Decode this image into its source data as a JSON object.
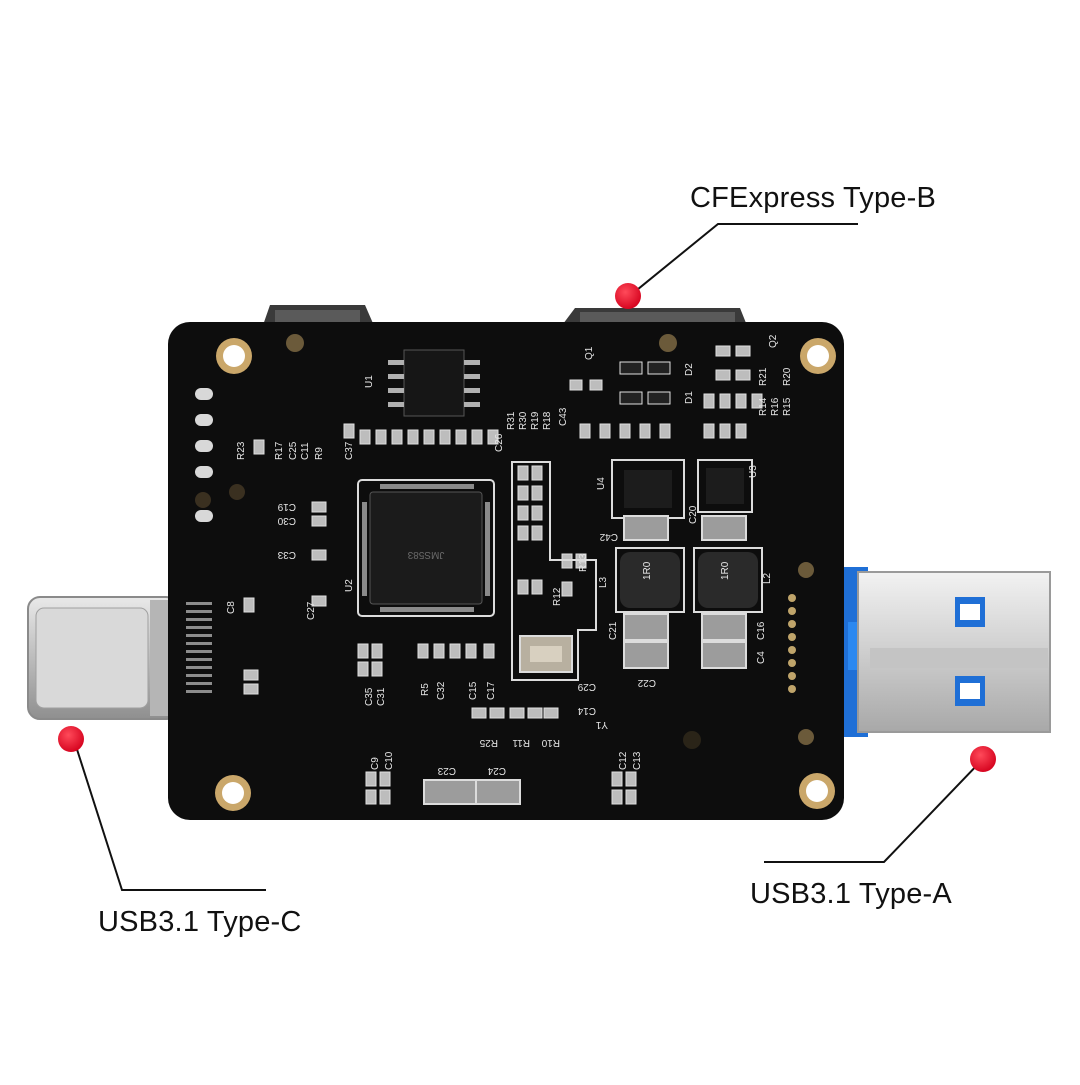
{
  "callouts": {
    "cfexpress": {
      "label": "CFExpress Type-B"
    },
    "usb_a": {
      "label": "USB3.1 Type-A"
    },
    "usb_c": {
      "label": "USB3.1 Type-C"
    }
  },
  "colors": {
    "pcb": "#0d0d0d",
    "marker": "#e8102a",
    "leader": "#111111",
    "metal": "#c9c9c9",
    "usb_blue": "#1f6fd6",
    "silkscreen": "#e6e6e6",
    "pad": "#bdbdbd"
  },
  "silkscreen": {
    "u1": "U1",
    "u2": "U2",
    "u3": "U3",
    "u4": "U4",
    "l2": "L2",
    "l3": "L3",
    "q1": "Q1",
    "q2": "Q2",
    "d1": "D1",
    "d2": "D2",
    "y1": "Y1",
    "inductor": "1R0",
    "c42": "C42",
    "c20": "C20",
    "c21": "C21",
    "c22": "C22",
    "c16": "C16",
    "c4": "C4",
    "c23": "C23",
    "c24": "C24",
    "c12": "C12",
    "c13": "C13",
    "c9": "C9",
    "c10": "C10",
    "c8": "C8",
    "c27": "C27",
    "c33": "C33",
    "c30": "C30",
    "c19": "C19",
    "c35": "C35",
    "c31": "C31",
    "c32": "C32",
    "c15": "C15",
    "c17": "C17",
    "c14": "C14",
    "c29": "C29",
    "c26": "C26",
    "c43": "C43",
    "r5": "R5",
    "r10": "R10",
    "r11": "R11",
    "r25": "R25",
    "r12": "R12",
    "r13": "R13",
    "r23": "R23",
    "r17": "R17",
    "r9": "R9",
    "r31": "R31",
    "r30": "R30",
    "r19": "R19",
    "r18": "R18",
    "r21": "R21",
    "r20": "R20",
    "r14": "R14",
    "r15": "R15",
    "r16": "R16",
    "c25": "C25",
    "c11": "C11",
    "c37": "C37"
  }
}
